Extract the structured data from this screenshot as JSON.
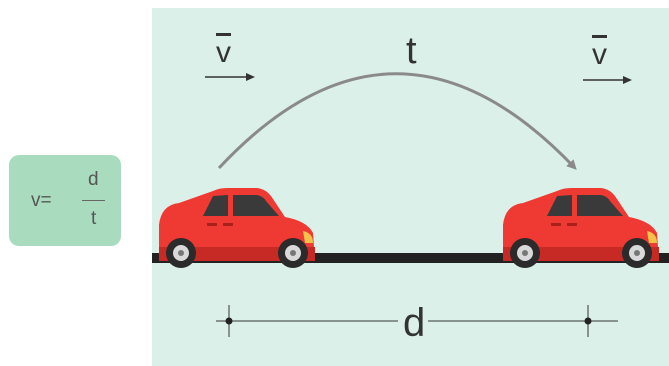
{
  "formula": {
    "lhs": "v=",
    "numerator": "d",
    "denominator": "t"
  },
  "labels": {
    "velocity_left": "v",
    "velocity_right": "v",
    "time": "t",
    "distance": "d"
  },
  "colors": {
    "scene_bg": "#dcf0ea",
    "formula_bg": "#a9dcbf",
    "car_body": "#ee3a33",
    "road": "#222222",
    "arc": "#8a8a8a"
  }
}
